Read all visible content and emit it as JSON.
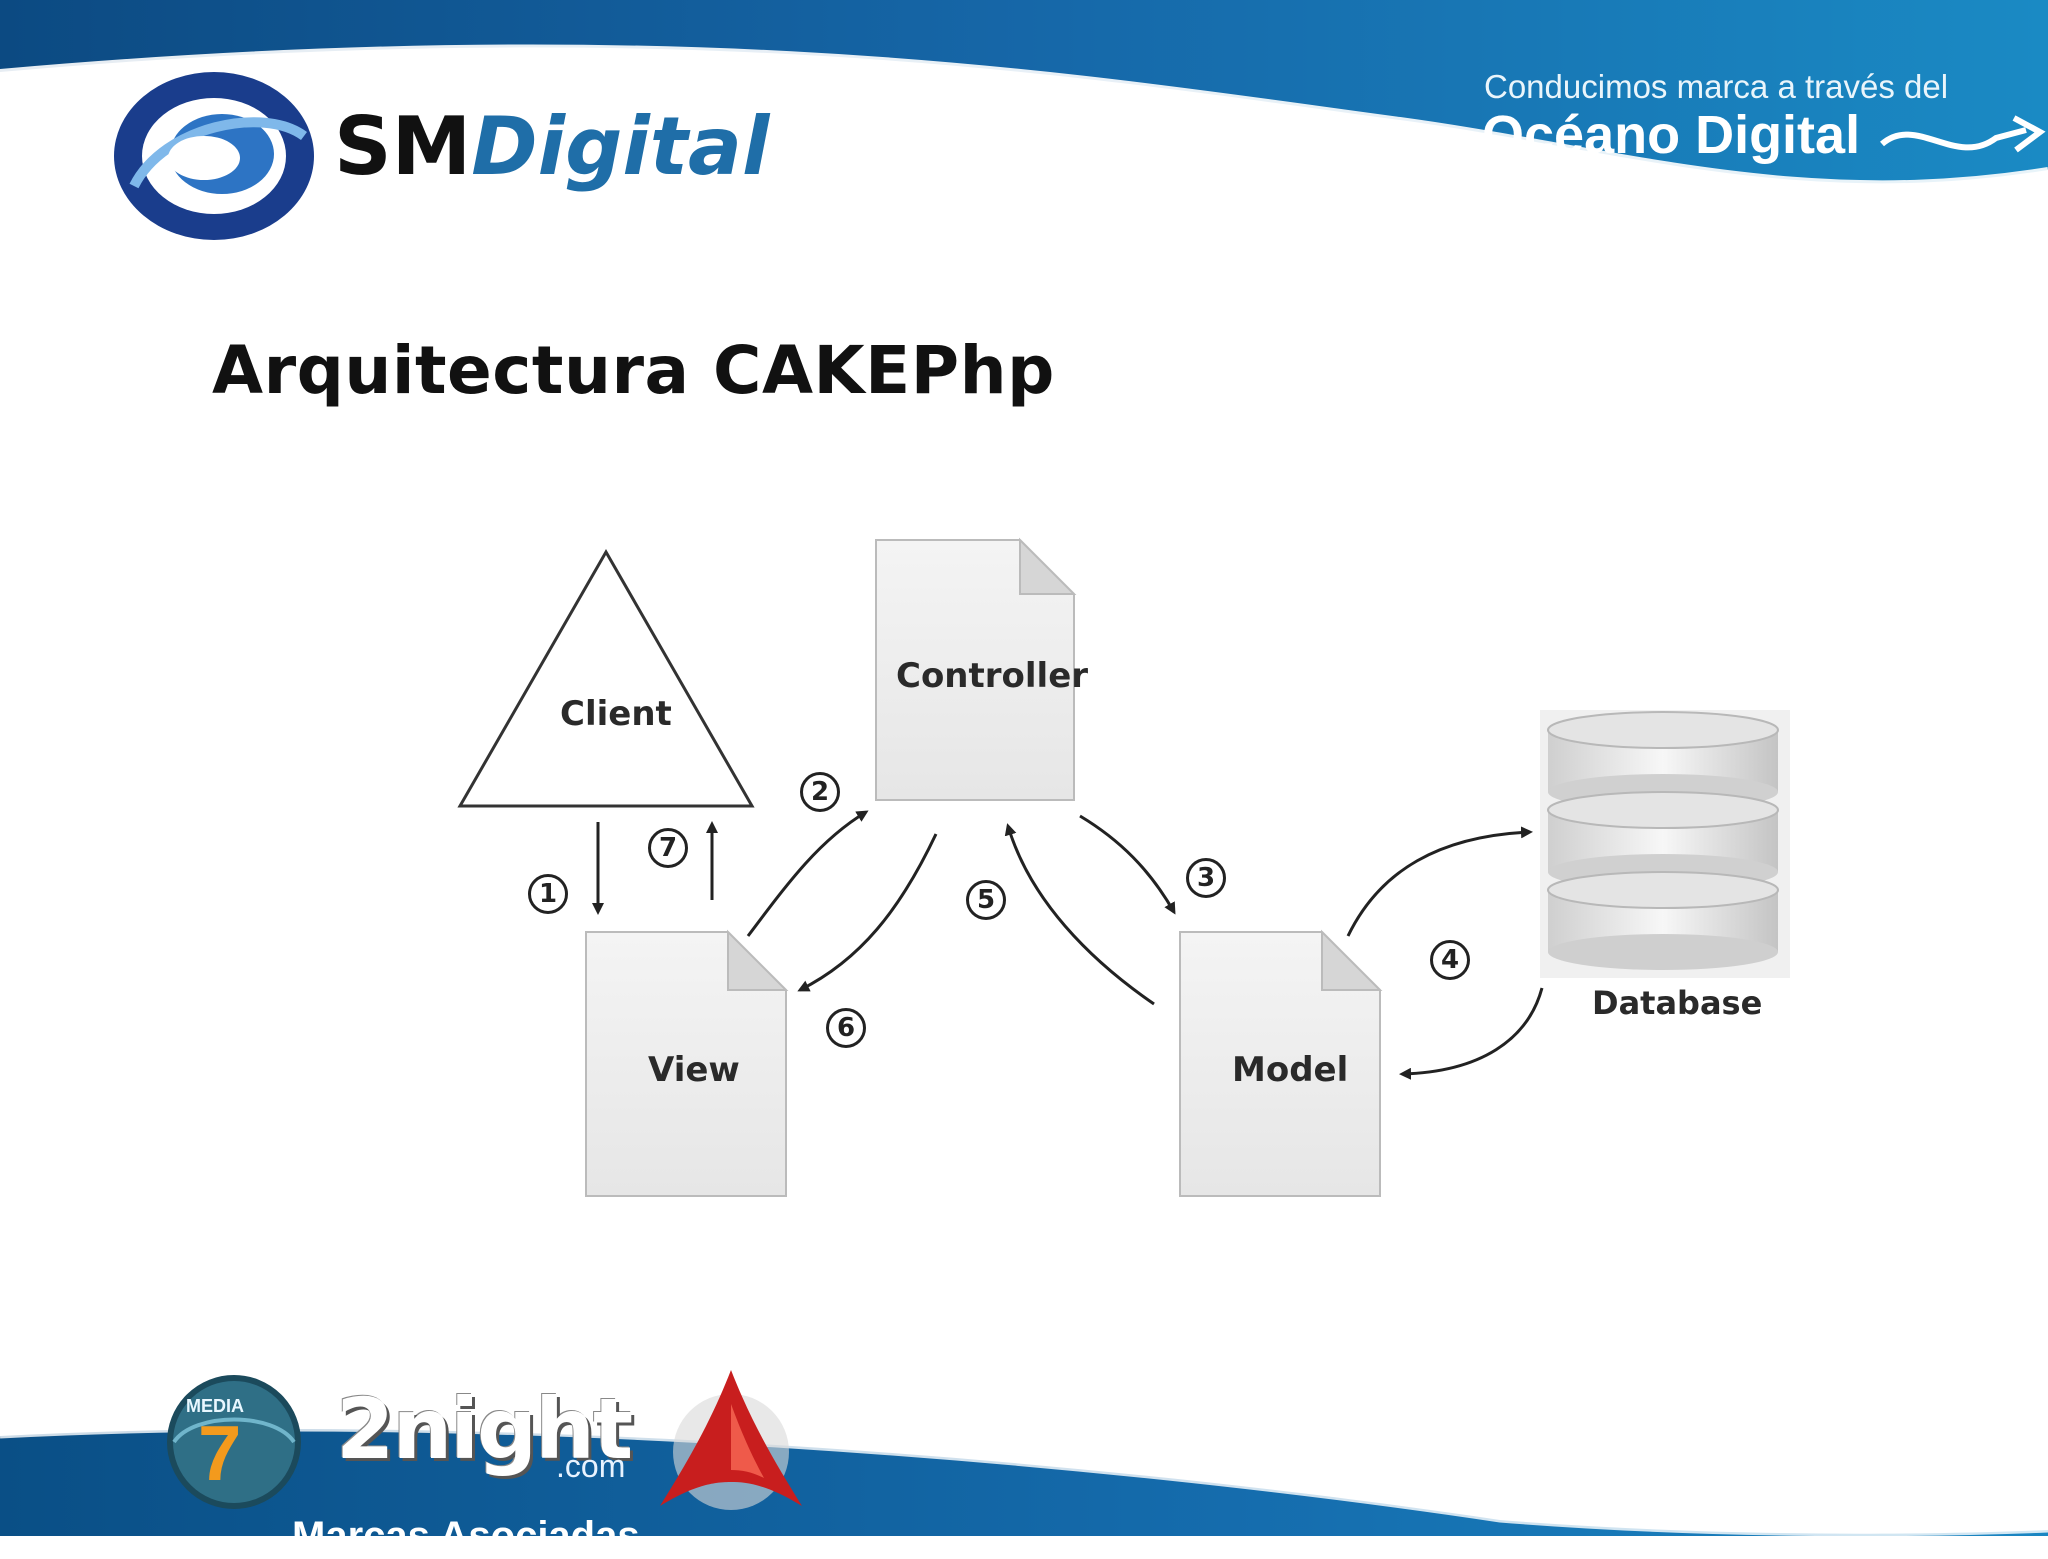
{
  "header": {
    "logo_sm": "SM",
    "logo_digital": "Digital",
    "tagline": "Conducimos marca a través del",
    "oceano": "Océano Digital"
  },
  "slide": {
    "title": "Arquitectura CAKEPhp"
  },
  "diagram": {
    "nodes": {
      "client": "Client",
      "controller": "Controller",
      "view": "View",
      "model": "Model",
      "database": "Database"
    },
    "steps": [
      "1",
      "2",
      "3",
      "4",
      "5",
      "6",
      "7"
    ]
  },
  "footer": {
    "media7_label": "MEDIA",
    "media7_number": "7",
    "twonight": "2night",
    "twonight_com": ".com",
    "marcas": "Marcas Asociadas"
  },
  "colors": {
    "header_blue": "#0f5c97",
    "accent_blue": "#1f6ea8",
    "footer_blue": "#0b5a93"
  }
}
